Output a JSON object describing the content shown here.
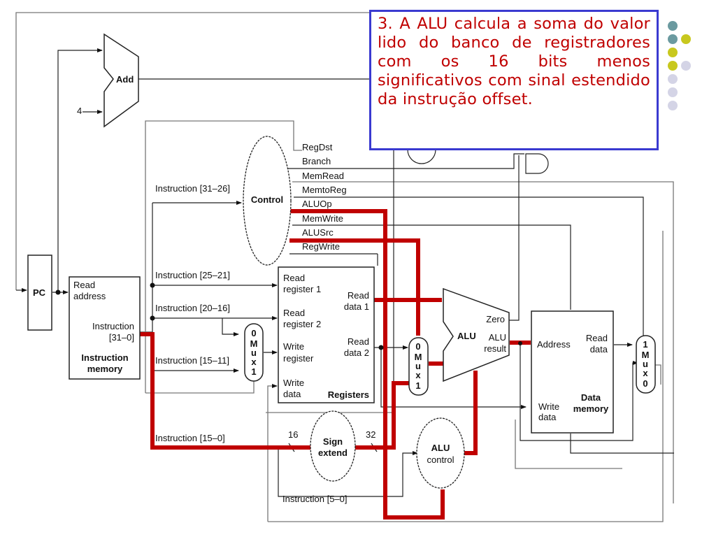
{
  "callout": {
    "text": "3. A ALU calcula a soma do valor lido do banco de registradores com os 16 bits menos significativos com sinal estendido da instrução offset.",
    "text_color": "#c00000",
    "border_color": "#3a3ad0"
  },
  "decor_dots": {
    "colors": [
      "#6b9aa0",
      "#6b9aa0",
      "#c8c81e",
      "#c8c81e",
      "#c8c81e",
      "#d4d4e6",
      "#d4d4e6",
      "#d4d4e6",
      "#d4d4e6"
    ]
  },
  "highlight_color": "#c00000",
  "components": {
    "pc": "PC",
    "add": "Add",
    "const_four": "4",
    "instr_mem": {
      "read_address": [
        "Read",
        "address"
      ],
      "instruction_out": [
        "Instruction",
        "[31–0]"
      ],
      "title": [
        "Instruction",
        "memory"
      ]
    },
    "control": {
      "title": "Control",
      "signals": [
        "RegDst",
        "Branch",
        "MemRead",
        "MemtoReg",
        "ALUOp",
        "MemWrite",
        "ALUSrc",
        "RegWrite"
      ]
    },
    "registers": {
      "read_reg1": [
        "Read",
        "register 1"
      ],
      "read_reg2": [
        "Read",
        "register 2"
      ],
      "write_reg": [
        "Write",
        "register"
      ],
      "write_data": [
        "Write",
        "data"
      ],
      "read_data1": [
        "Read",
        "data 1"
      ],
      "read_data2": [
        "Read",
        "data 2"
      ],
      "title": "Registers"
    },
    "mux_regdst": [
      "0",
      "M",
      "u",
      "x",
      "1"
    ],
    "mux_alusrc": [
      "0",
      "M",
      "u",
      "x",
      "1"
    ],
    "mux_memtoreg": [
      "1",
      "M",
      "u",
      "x",
      "0"
    ],
    "alu": {
      "title": "ALU",
      "zero": "Zero",
      "result": [
        "ALU",
        "result"
      ]
    },
    "data_mem": {
      "address": "Address",
      "read_data": [
        "Read",
        "data"
      ],
      "write_data": [
        "Write",
        "data"
      ],
      "title": [
        "Data",
        "memory"
      ]
    },
    "sign_extend": [
      "Sign",
      "extend"
    ],
    "alu_control": [
      "ALU",
      "control"
    ],
    "bus_in_width": "16",
    "bus_out_width": "32"
  },
  "wire_labels": {
    "instr_31_26": "Instruction [31–26]",
    "instr_25_21": "Instruction [25–21]",
    "instr_20_16": "Instruction [20–16]",
    "instr_15_11": "Instruction [15–11]",
    "instr_15_0": "Instruction [15–0]",
    "instr_5_0": "Instruction [5–0]"
  }
}
